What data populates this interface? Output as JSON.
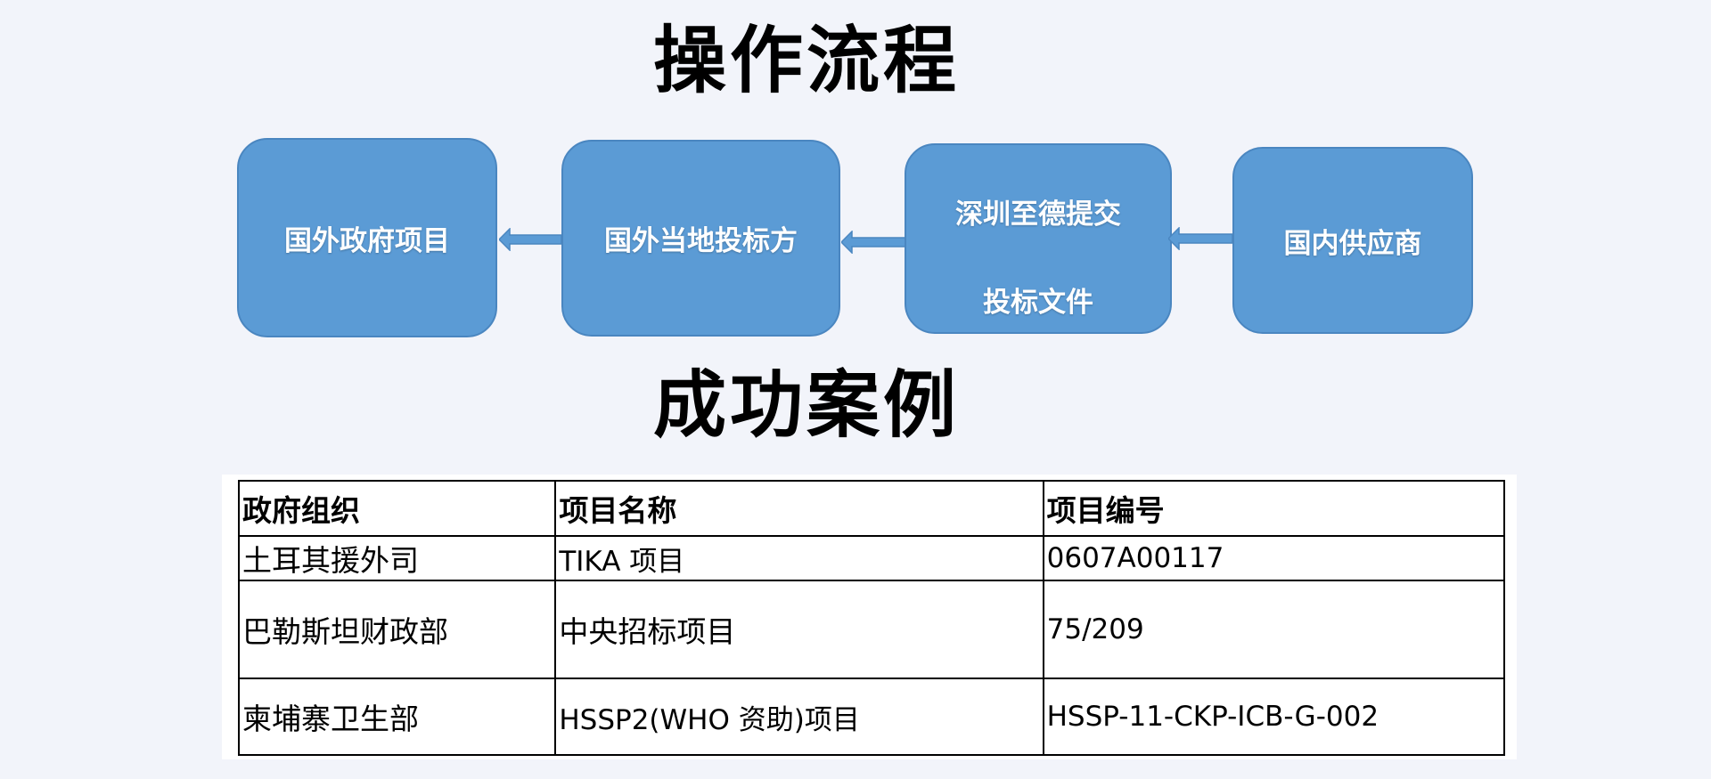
{
  "titles": {
    "flow": "操作流程",
    "cases": "成功案例"
  },
  "flow": {
    "boxes": [
      {
        "lines": [
          "国外政府项目"
        ]
      },
      {
        "lines": [
          "国外当地投标方"
        ]
      },
      {
        "lines": [
          "深圳至德提交",
          "投标文件"
        ]
      },
      {
        "lines": [
          "国内供应商"
        ]
      }
    ],
    "arrow_direction": "left",
    "colors": {
      "box_fill": "#5b9bd5",
      "box_border": "#4a86c0",
      "box_text": "#ffffff",
      "arrow_fill": "#5b9bd5"
    }
  },
  "cases_table": {
    "headers": [
      "政府组织",
      "项目名称",
      "项目编号"
    ],
    "rows": [
      [
        "土耳其援外司",
        "TIKA 项目",
        "0607A00117"
      ],
      [
        "巴勒斯坦财政部",
        "中央招标项目",
        "75/209"
      ],
      [
        "柬埔寨卫生部",
        "HSSP2(WHO 资助)项目",
        "HSSP-11-CKP-ICB-G-002"
      ]
    ]
  }
}
